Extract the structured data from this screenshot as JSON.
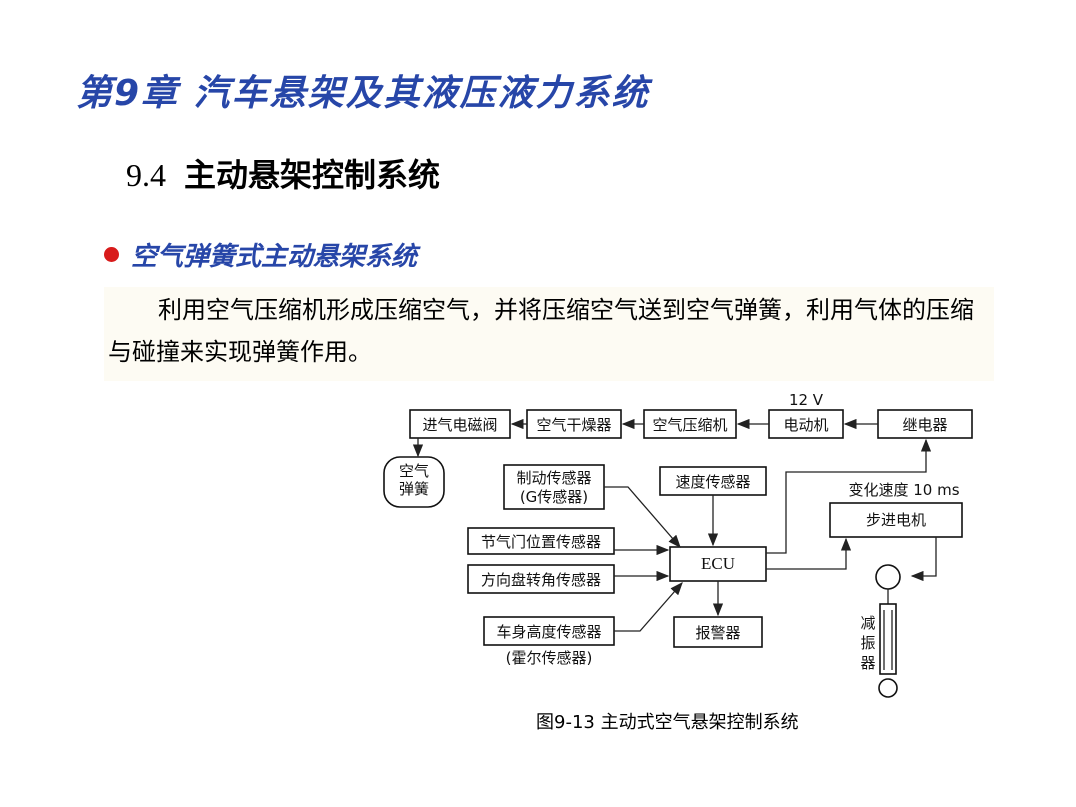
{
  "chapter_title": "第9章 汽车悬架及其液压液力系统",
  "section": {
    "number": "9.4",
    "title": "主动悬架控制系统"
  },
  "bullet": "空气弹簧式主动悬架系统",
  "paragraph": "利用空气压缩机形成压缩空气，并将压缩空气送到空气弹簧，利用气体的压缩与碰撞来实现弹簧作用。",
  "diagram": {
    "voltage": "12 V",
    "speed_note": "变化速度 10 ms",
    "boxes": {
      "intake_valve": "进气电磁阀",
      "air_dryer": "空气干燥器",
      "air_compressor": "空气压缩机",
      "motor": "电动机",
      "relay": "继电器",
      "air_spring_1": "空气",
      "air_spring_2": "弹簧",
      "brake_sensor_1": "制动传感器",
      "brake_sensor_2": "(G传感器)",
      "speed_sensor": "速度传感器",
      "stepper_motor": "步进电机",
      "throttle_sensor": "节气门位置传感器",
      "steering_sensor": "方向盘转角传感器",
      "ecu": "ECU",
      "height_sensor": "车身高度传感器",
      "hall_sensor": "(霍尔传感器)",
      "alarm": "报警器",
      "damper_1": "减",
      "damper_2": "振",
      "damper_3": "器"
    }
  },
  "caption": "图9-13 主动式空气悬架控制系统"
}
